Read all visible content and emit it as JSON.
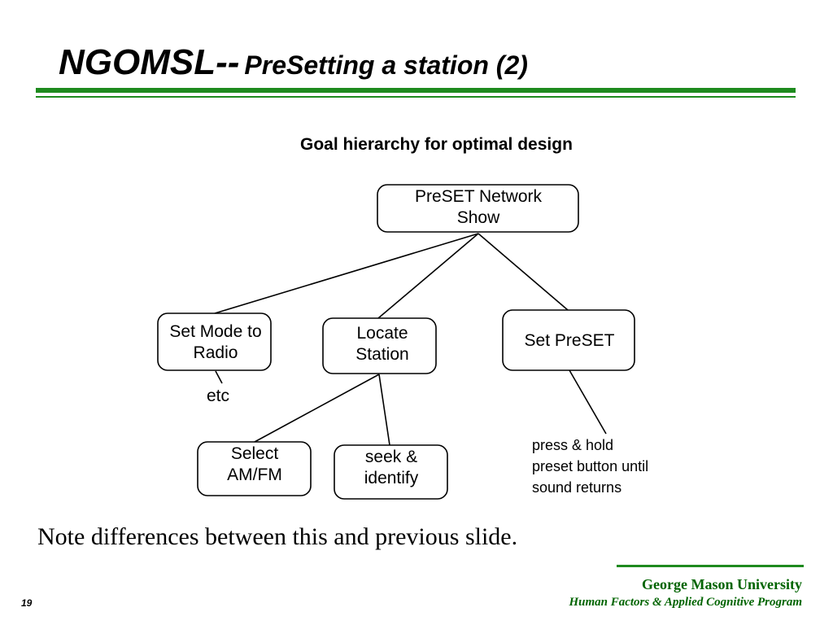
{
  "slide": {
    "title_main": "NGOMSL--",
    "title_sub": "PreSetting a station (2)",
    "heading": "Goal hierarchy for optimal design",
    "note": "Note differences between this and previous slide.",
    "page_number": "19"
  },
  "footer": {
    "organization": "George Mason University",
    "program": "Human Factors & Applied Cognitive Program"
  },
  "colors": {
    "accent_green": "#1e8a1e",
    "footer_text": "#006400",
    "title_text": "#000000"
  },
  "diagram": {
    "root": {
      "line1": "PreSET Network",
      "line2": "Show"
    },
    "set_mode": {
      "line1": "Set Mode to",
      "line2": "Radio"
    },
    "locate": {
      "line1": "Locate",
      "line2": "Station"
    },
    "set_preset": {
      "line1": "Set PreSET"
    },
    "select": {
      "line1": "Select",
      "line2": "AM/FM"
    },
    "seek": {
      "line1": "seek &",
      "line2": "identify"
    },
    "etc": "etc",
    "press_note": {
      "line1": "press & hold",
      "line2": "preset button until",
      "line3": "sound returns"
    }
  }
}
